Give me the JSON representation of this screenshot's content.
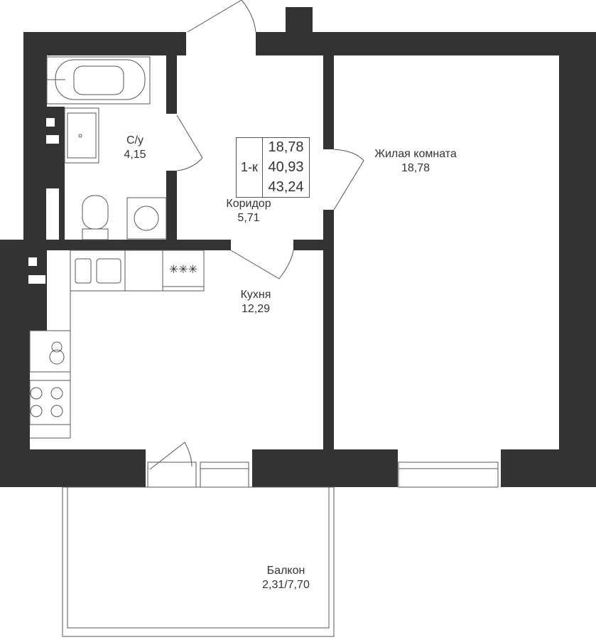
{
  "plan": {
    "wall_color": "#333333",
    "apartment_type": "1-к",
    "areas": [
      "18,78",
      "40,93",
      "43,24"
    ],
    "rooms": {
      "bathroom": {
        "name": "С/у",
        "area": "4,15"
      },
      "corridor": {
        "name": "Коридор",
        "area": "5,71"
      },
      "living": {
        "name": "Жилая комната",
        "area": "18,78"
      },
      "kitchen": {
        "name": "Кухня",
        "area": "12,29"
      },
      "balcony": {
        "name": "Балкон",
        "area": "2,31/7,70"
      }
    }
  }
}
